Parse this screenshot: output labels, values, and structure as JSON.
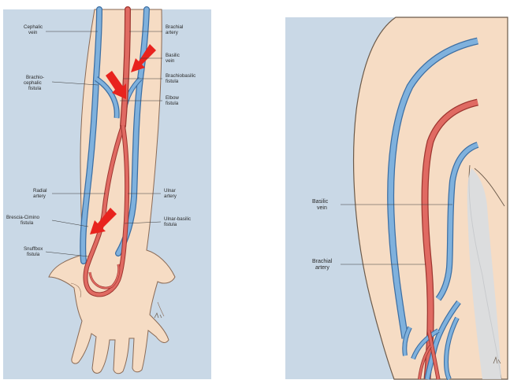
{
  "left_panel": {
    "labels": {
      "cephalic_vein": [
        "Cephalic",
        "vein"
      ],
      "brachial_artery": [
        "Brachial",
        "artery"
      ],
      "basilic_vein": [
        "Basilic",
        "vein"
      ],
      "brachio_cephalic_fistula": [
        "Brachio-",
        "cephalic",
        "fistula"
      ],
      "brachiobasilic_fistula": [
        "Brachiobasilic",
        "fistula"
      ],
      "elbow_fistula": [
        "Elbow",
        "fistula"
      ],
      "radial_artery": [
        "Radial",
        "artery"
      ],
      "ulnar_artery": [
        "Ulnar",
        "artery"
      ],
      "brescia_cimino_fistula": [
        "Brescia-Cimino",
        "fistula"
      ],
      "ulnar_basilic_fistula": [
        "Ulnar-basilic",
        "fistula"
      ],
      "snuffbox_fistula": [
        "Snuffbox",
        "fistula"
      ]
    }
  },
  "right_panel": {
    "labels": {
      "basilic_vein": [
        "Basilic",
        "vein"
      ],
      "brachial_artery": [
        "Brachial",
        "artery"
      ]
    }
  },
  "colors": {
    "background_panel": "#c9d8e6",
    "skin": "#f6dcc4",
    "vein": "#6a9fd0",
    "artery": "#e06a62",
    "arrow": "#e8231e"
  }
}
